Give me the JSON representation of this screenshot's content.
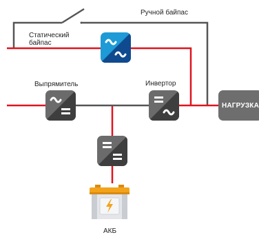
{
  "labels": {
    "manual_bypass": "Ручной байпас",
    "static_bypass": "Статический\nбайпас",
    "rectifier": "Выпрямитель",
    "inverter": "Инвертор",
    "load": "НАГРУЗКА",
    "battery": "АКБ"
  },
  "modules": {
    "static_switch": {
      "icon": "ac-ac-icon"
    },
    "rectifier": {
      "icon": "ac-dc-icon"
    },
    "inverter": {
      "icon": "dc-ac-icon"
    },
    "charger": {
      "icon": "dc-dc-icon"
    }
  },
  "colors": {
    "power_line": "#e0141e",
    "bypass_line": "#555555",
    "static_module_blue": "#1e9ad6",
    "module_gray": "#5a5a5a",
    "battery_orange": "#f2a31b"
  }
}
